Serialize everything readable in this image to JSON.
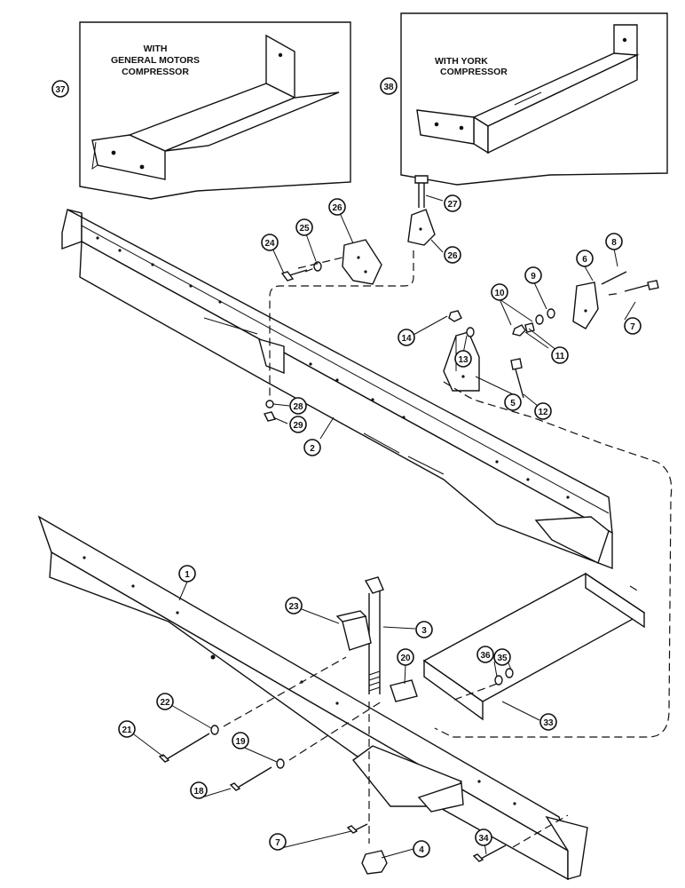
{
  "insets": {
    "gm_caption_1": "WITH",
    "gm_caption_2": "GENERAL MOTORS",
    "gm_caption_3": "COMPRESSOR",
    "york_caption_1": "WITH YORK",
    "york_caption_2": "COMPRESSOR"
  },
  "callouts": {
    "c1": "1",
    "c2": "2",
    "c3": "3",
    "c4": "4",
    "c5": "5",
    "c6": "6",
    "c7a": "7",
    "c7b": "7",
    "c8": "8",
    "c9": "9",
    "c10": "10",
    "c11": "11",
    "c12": "12",
    "c13": "13",
    "c14": "14",
    "c18": "18",
    "c19": "19",
    "c20": "20",
    "c21": "21",
    "c22": "22",
    "c23": "23",
    "c24": "24",
    "c25": "25",
    "c26a": "26",
    "c26b": "26",
    "c27": "27",
    "c28": "28",
    "c29": "29",
    "c33": "33",
    "c34": "34",
    "c35": "35",
    "c36": "36",
    "c37": "37",
    "c38": "38"
  }
}
